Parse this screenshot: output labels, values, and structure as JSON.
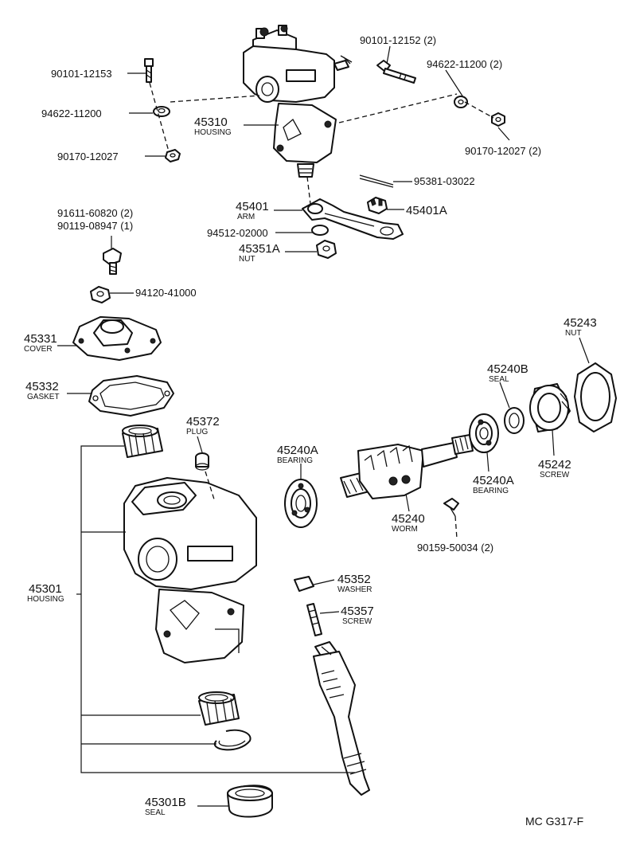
{
  "labels": {
    "p1": {
      "num": "90101-12153"
    },
    "p2": {
      "num": "94622-11200"
    },
    "p3": {
      "num": "90170-12027"
    },
    "p4": {
      "num": "45310",
      "desc": "HOUSING"
    },
    "p5": {
      "num": "90101-12152 (2)"
    },
    "p6": {
      "num": "94622-11200 (2)"
    },
    "p7": {
      "num": "90170-12027 (2)"
    },
    "p8": {
      "num": "95381-03022"
    },
    "p9": {
      "num": "45401",
      "desc": "ARM"
    },
    "p10": {
      "num": "45401A"
    },
    "p11": {
      "num": "94512-02000"
    },
    "p12": {
      "num": "45351A",
      "desc": "NUT"
    },
    "p13": {
      "num": "91611-60820 (2)"
    },
    "p14": {
      "num": "90119-08947 (1)"
    },
    "p15": {
      "num": "94120-41000"
    },
    "p16": {
      "num": "45331",
      "desc": "COVER"
    },
    "p17": {
      "num": "45332",
      "desc": "GASKET"
    },
    "p18": {
      "num": "45372",
      "desc": "PLUG"
    },
    "p19": {
      "num": "45240A",
      "desc": "BEARING"
    },
    "p20": {
      "num": "45240B",
      "desc": "SEAL"
    },
    "p21": {
      "num": "45243",
      "desc": "NUT"
    },
    "p22": {
      "num": "45242",
      "desc": "SCREW"
    },
    "p23": {
      "num": "45240A",
      "desc": "BEARING"
    },
    "p24": {
      "num": "45240",
      "desc": "WORM"
    },
    "p25": {
      "num": "90159-50034 (2)"
    },
    "p26": {
      "num": "45301",
      "desc": "HOUSING"
    },
    "p27": {
      "num": "45352",
      "desc": "WASHER"
    },
    "p28": {
      "num": "45357",
      "desc": "SCREW"
    },
    "p29": {
      "num": "45301B",
      "desc": "SEAL"
    }
  },
  "diagram_code": "MC  G317-F"
}
